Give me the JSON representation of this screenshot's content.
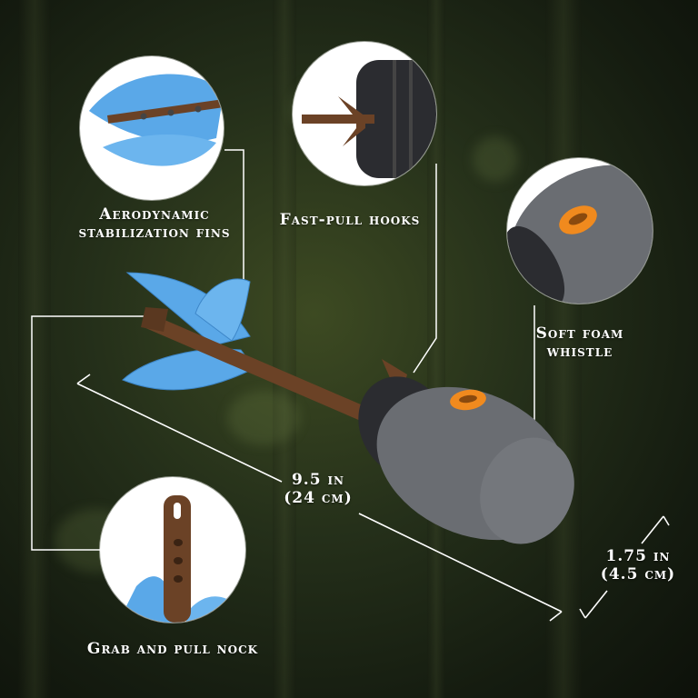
{
  "labels": {
    "fins": [
      "Aerodynamic",
      "stabilization fins"
    ],
    "hooks": [
      "Fast-pull hooks"
    ],
    "whistle": [
      "Soft foam",
      "whistle"
    ],
    "nock": [
      "Grab and pull nock"
    ],
    "length": [
      "9.5 in",
      "(24 cm)"
    ],
    "diameter": [
      "1.75 in",
      "(4.5 cm)"
    ]
  },
  "colors": {
    "fin_blue": "#5aa8e8",
    "shaft_brown": "#6b4226",
    "foam_gray": "#6a6d72",
    "foam_dark": "#2b2c30",
    "whistle_orange": "#f08a1e",
    "callout_line": "#ffffff"
  },
  "icons": [
    "fin-closeup-image",
    "hooks-closeup-image",
    "whistle-closeup-image",
    "nock-closeup-image",
    "rocket-product-image"
  ]
}
